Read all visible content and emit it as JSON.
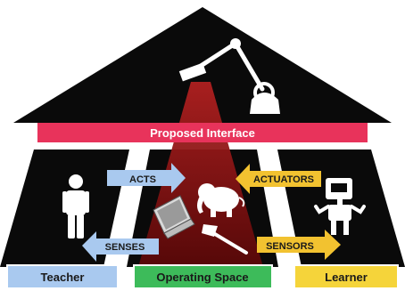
{
  "banner": {
    "label": "Proposed Interface",
    "color": "#e8335b"
  },
  "arrows": {
    "acts": {
      "label": "ACTS",
      "color": "#a9c9ef"
    },
    "senses": {
      "label": "SENSES",
      "color": "#a9c9ef"
    },
    "actuators": {
      "label": "ACTUATORS",
      "color": "#f2c230"
    },
    "sensors": {
      "label": "SENSORS",
      "color": "#f2c230"
    }
  },
  "panels": {
    "teacher": {
      "label": "Teacher",
      "color": "#a9c9ef"
    },
    "operating_space": {
      "label": "Operating Space",
      "color": "#3dbb5a"
    },
    "learner": {
      "label": "Learner",
      "color": "#f5d43a"
    }
  },
  "icons": [
    "robot-arm-icon",
    "person-icon",
    "laptop-icon",
    "elephant-toy-icon",
    "hammer-icon",
    "robot-icon"
  ],
  "colors": {
    "background_shape": "#0a0a0a",
    "cone": "#7a1010",
    "dividers": "#ffffff"
  }
}
